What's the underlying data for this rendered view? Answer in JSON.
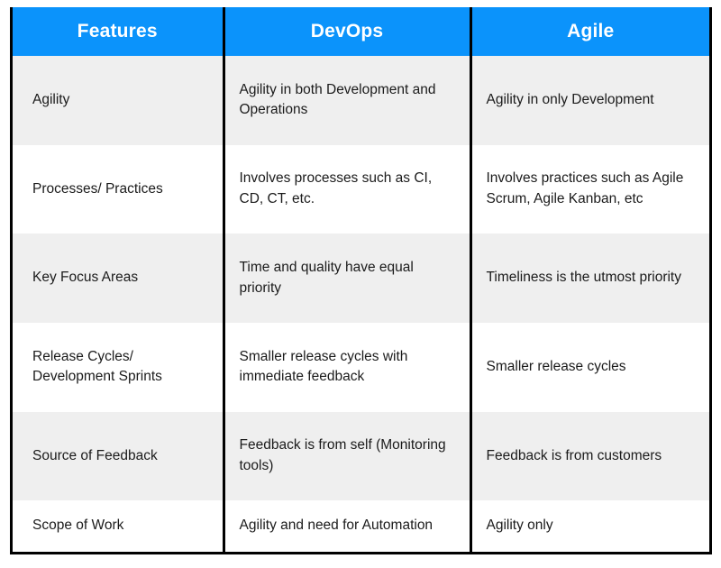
{
  "table": {
    "accent_color": "#0b93fb",
    "header_text_color": "#ffffff",
    "shaded_row_color": "#efefef",
    "plain_row_color": "#ffffff",
    "border_color": "#000000",
    "columns": [
      {
        "key": "feature",
        "label": "Features"
      },
      {
        "key": "devops",
        "label": "DevOps"
      },
      {
        "key": "agile",
        "label": "Agile"
      }
    ],
    "rows": [
      {
        "feature": "Agility",
        "devops": "Agility in both Development and  Operations",
        "agile": "Agility in only Development"
      },
      {
        "feature": "Processes/ Practices",
        "devops": "Involves processes such as CI, CD, CT, etc.",
        "agile": "Involves practices such as Agile Scrum, Agile Kanban, etc"
      },
      {
        "feature": "Key Focus Areas",
        "devops": "Time and quality have equal priority",
        "agile": "Timeliness is the utmost priority"
      },
      {
        "feature": "Release Cycles/ Development Sprints",
        "devops": "Smaller release cycles with immediate feedback",
        "agile": "Smaller release cycles"
      },
      {
        "feature": "Source of Feedback",
        "devops": "Feedback is from self (Monitoring tools)",
        "agile": "Feedback is from customers"
      },
      {
        "feature": "Scope of Work",
        "devops": "Agility and need for Automation",
        "agile": "Agility only"
      }
    ]
  }
}
